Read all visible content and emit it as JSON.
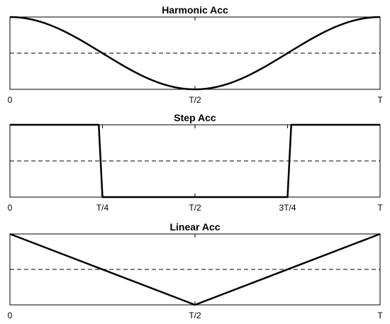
{
  "chart_data": [
    {
      "type": "line",
      "title": "Harmonic Acc",
      "x_ticks": [
        {
          "value": 0,
          "label": "0"
        },
        {
          "value": 0.5,
          "label": "T/2"
        },
        {
          "value": 1,
          "label": "T"
        }
      ],
      "xlim": [
        0,
        1
      ],
      "ylim": [
        -1,
        1
      ],
      "reference_line": 0,
      "series": [
        {
          "curve": "cosine",
          "x": [
            0,
            0.0625,
            0.125,
            0.1875,
            0.25,
            0.3125,
            0.375,
            0.4375,
            0.5,
            0.5625,
            0.625,
            0.6875,
            0.75,
            0.8125,
            0.875,
            0.9375,
            1
          ],
          "y": [
            1,
            0.924,
            0.707,
            0.383,
            0,
            -0.383,
            -0.707,
            -0.924,
            -1,
            -0.924,
            -0.707,
            -0.383,
            0,
            0.383,
            0.707,
            0.924,
            1
          ]
        }
      ]
    },
    {
      "type": "line",
      "title": "Step Acc",
      "x_ticks": [
        {
          "value": 0,
          "label": "0"
        },
        {
          "value": 0.25,
          "label": "T/4"
        },
        {
          "value": 0.5,
          "label": "T/2"
        },
        {
          "value": 0.75,
          "label": "3T/4"
        },
        {
          "value": 1,
          "label": "T"
        }
      ],
      "xlim": [
        0,
        1
      ],
      "ylim": [
        -1,
        1
      ],
      "reference_line": 0,
      "series": [
        {
          "x": [
            0,
            0.24,
            0.25,
            0.75,
            0.76,
            1
          ],
          "y": [
            1,
            1,
            -1,
            -1,
            1,
            1
          ]
        }
      ]
    },
    {
      "type": "line",
      "title": "Linear Acc",
      "x_ticks": [
        {
          "value": 0,
          "label": "0"
        },
        {
          "value": 0.5,
          "label": "T/2"
        },
        {
          "value": 1,
          "label": "T"
        }
      ],
      "xlim": [
        0,
        1
      ],
      "ylim": [
        -1,
        1
      ],
      "reference_line": 0,
      "series": [
        {
          "x": [
            0,
            0.5,
            1
          ],
          "y": [
            1,
            -1,
            1
          ]
        }
      ]
    }
  ]
}
